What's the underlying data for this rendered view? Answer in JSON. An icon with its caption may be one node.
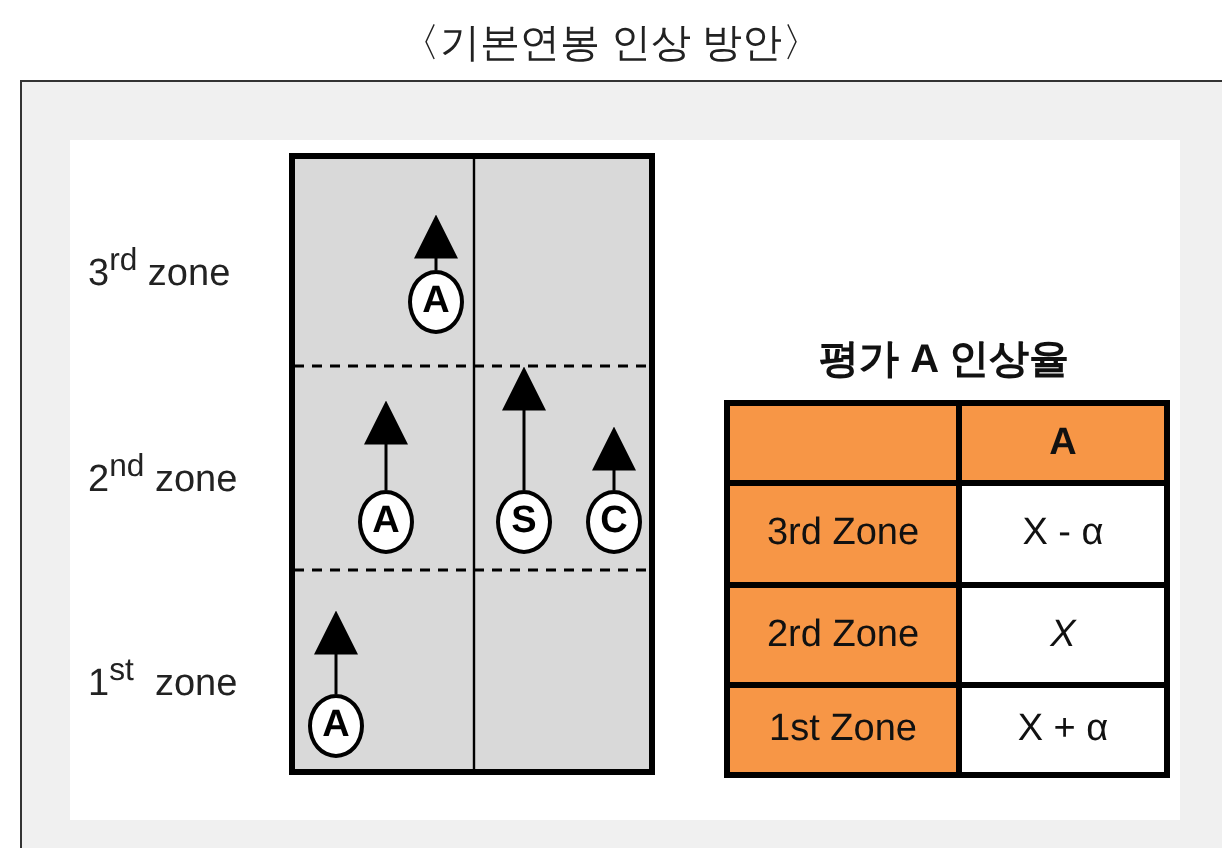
{
  "diagram": {
    "title": "〈기본연봉 인상 방안〉",
    "nodes": [
      {
        "text": [
          "A"
        ]
      },
      {
        "text": [
          "A"
        ]
      },
      {
        "text": [
          "S"
        ]
      },
      {
        "text": [
          "C"
        ]
      },
      {
        "text": [
          "A"
        ]
      }
    ],
    "edges": [
      {
        "from": 0,
        "to": null,
        "arrow": "to"
      },
      {
        "from": 1,
        "to": null,
        "arrow": "to"
      },
      {
        "from": 2,
        "to": null,
        "arrow": "to"
      },
      {
        "from": 3,
        "to": null,
        "arrow": "to"
      },
      {
        "from": 4,
        "to": null,
        "arrow": "to"
      }
    ],
    "labels": [
      "3$^{rd}$ zone",
      "2$^{nd}$ zone",
      "1$^{st}$  zone",
      "평가 A 인상율",
      "A",
      "3rd Zone",
      "X - α",
      "2rd Zone",
      "X",
      "1st Zone",
      "X + α"
    ]
  }
}
